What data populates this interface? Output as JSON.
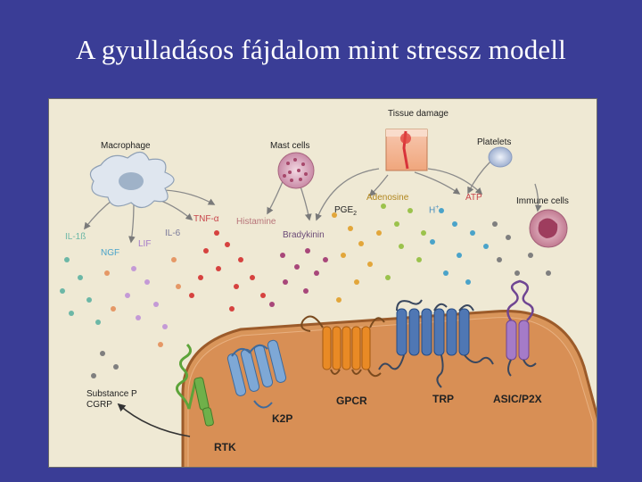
{
  "slide": {
    "title": "A gyulladásos fájdalom mint stressz modell"
  },
  "diagram": {
    "sources": {
      "tissue_damage": "Tissue damage",
      "macrophage": "Macrophage",
      "mast_cells": "Mast cells",
      "platelets": "Platelets",
      "immune_cells": "Immune cells"
    },
    "mediators": {
      "adenosine": "Adenosine",
      "atp": "ATP",
      "pge2": "PGE",
      "pge2_sub": "2",
      "h_plus": "H",
      "h_plus_sup": "+",
      "tnf_alpha": "TNF-α",
      "histamine": "Histamine",
      "bradykinin": "Bradykinin",
      "il1b": "IL-1ß",
      "il6": "IL-6",
      "lif": "LIF",
      "ngf": "NGF"
    },
    "receptors": {
      "rtk": "RTK",
      "k2p": "K2P",
      "gpcr": "GPCR",
      "trp": "TRP",
      "asic_p2x": "ASIC/P2X"
    },
    "neuropeptides": {
      "substance_p": "Substance P",
      "cgrp": "CGRP"
    },
    "colors": {
      "slide_background": "#3a3d96",
      "figure_background": "#efe9d4",
      "neuron": "#d9955a",
      "rtk": "#6fb04a",
      "k2p": "#7ea8d6",
      "gpcr": "#e98a25",
      "trp": "#4f77b4",
      "asic_p2x": "#a57bc8"
    }
  }
}
